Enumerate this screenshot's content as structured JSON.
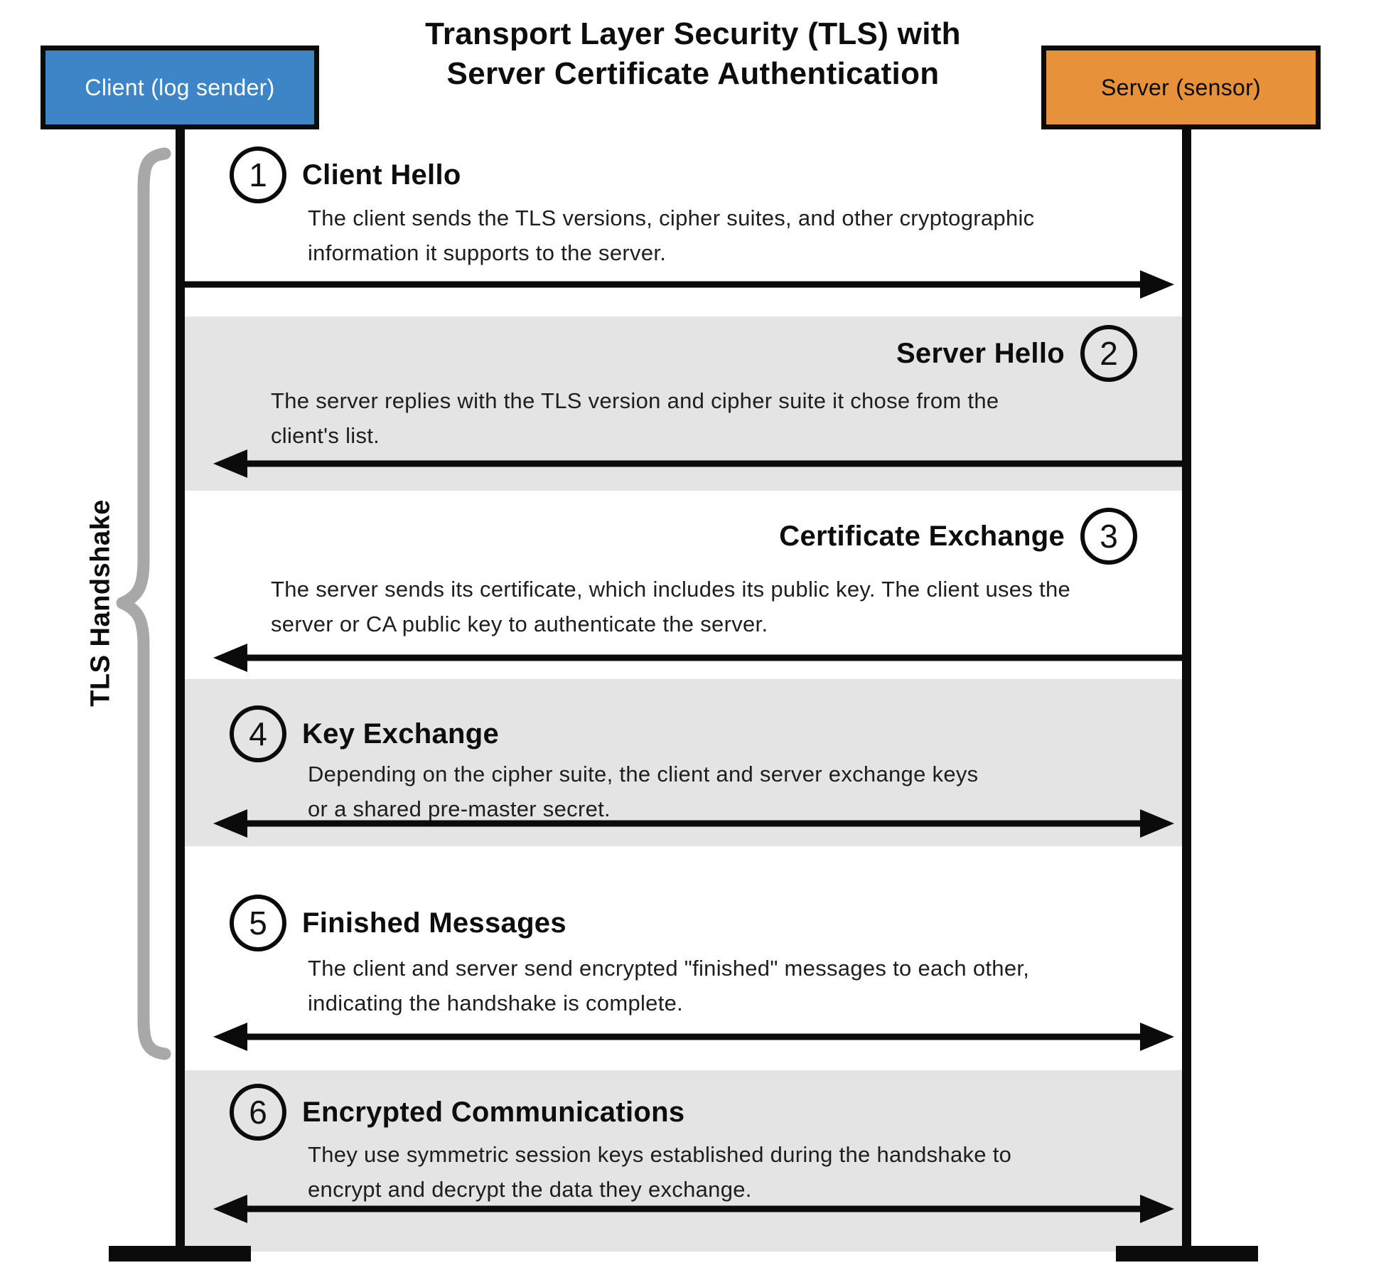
{
  "title": {
    "line1": "Transport Layer Security (TLS) with",
    "line2": "Server Certificate Authentication"
  },
  "actors": {
    "client": {
      "label": "Client (log sender)",
      "color": "#3d85c6",
      "text_color": "#ffffff"
    },
    "server": {
      "label": "Server (sensor)",
      "color": "#e7913a",
      "text_color": "#0b0b0b"
    }
  },
  "brace": {
    "label": "TLS Handshake"
  },
  "steps": [
    {
      "number": "1",
      "title": "Client Hello",
      "description": "The client sends the TLS versions, cipher suites, and other cryptographic information it supports to the server.",
      "direction": "right",
      "shaded": false
    },
    {
      "number": "2",
      "title": "Server Hello",
      "description": "The server replies with the TLS version and cipher suite it chose from the client's list.",
      "direction": "left",
      "shaded": true
    },
    {
      "number": "3",
      "title": "Certificate Exchange",
      "description": "The server sends its certificate, which includes its public key. The client uses the server or CA public key to authenticate the server.",
      "direction": "left",
      "shaded": false
    },
    {
      "number": "4",
      "title": "Key Exchange",
      "description": "Depending on the cipher suite, the client and server exchange keys or a shared pre-master secret.",
      "direction": "both",
      "shaded": true
    },
    {
      "number": "5",
      "title": "Finished Messages",
      "description": "The client and server send encrypted \"finished\" messages to each other, indicating the handshake is complete.",
      "direction": "both",
      "shaded": false
    },
    {
      "number": "6",
      "title": "Encrypted Communications",
      "description": "They use symmetric session keys established during the handshake to encrypt and decrypt the data they exchange.",
      "direction": "both",
      "shaded": true
    }
  ],
  "colors": {
    "band": "#e4e4e4",
    "brace": "#a8a8a8",
    "line": "#0b0b0b"
  }
}
